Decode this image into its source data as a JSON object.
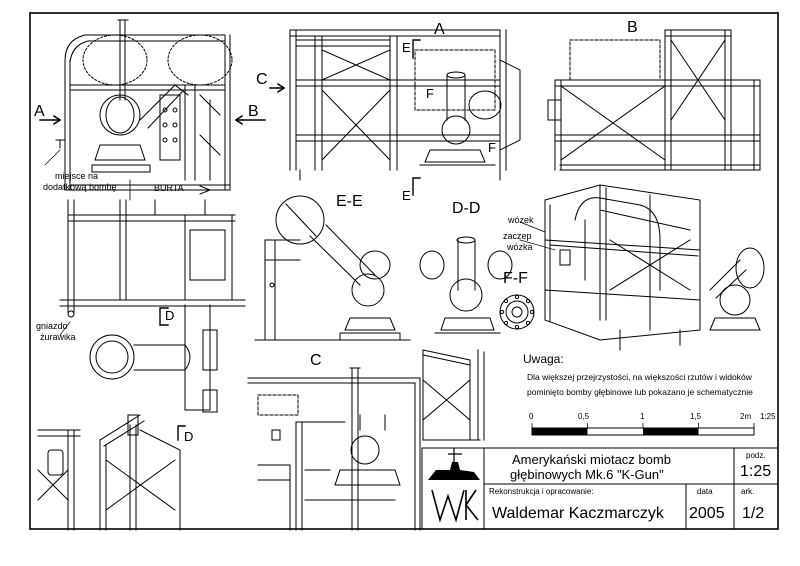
{
  "views": {
    "arrow_a": "A",
    "arrow_b": "B",
    "arrow_c": "C",
    "view_a_title": "A",
    "view_b_title": "B",
    "cut_e_top": "E",
    "cut_e_bottom": "E",
    "cut_f_top": "F",
    "cut_f_bottom": "F",
    "cut_d_top": "D",
    "cut_d_bottom": "D",
    "section_ee": "E-E",
    "section_dd": "D-D",
    "section_ff": "F-F",
    "view_c_title": "C"
  },
  "labels": {
    "extra_bomb": [
      "miejsce na",
      "dodatkową bombę"
    ],
    "burta": "BURTA",
    "crane_socket": [
      "gniazdo",
      "żurawika"
    ],
    "trolley": "wózek",
    "trolley_latch": [
      "zaczep",
      "wózka"
    ]
  },
  "note": {
    "title": "Uwaga:",
    "line1": "Dla większej przejrzystości, na większości rzutów i widoków",
    "line2_a": "pominięto bomby głębinowe lub pokazano ",
    "line2_b": "je schematycznie"
  },
  "scale_bar": {
    "ticks": [
      "0",
      "0,5",
      "1",
      "1,5",
      "2m"
    ],
    "ratio": "1:25"
  },
  "title_block": {
    "title_line1": "Amerykański miotacz bomb",
    "title_line2": "głębinowych Mk.6 \"K-Gun\"",
    "scale_header": "podz.",
    "scale_value": "1:25",
    "author_header": "Rekonstrukcja i opracowanie:",
    "author": "Waldemar Kaczmarczyk",
    "date_header": "data",
    "date_value": "2005",
    "sheet_header": "ark.",
    "sheet_value": "1/2"
  }
}
